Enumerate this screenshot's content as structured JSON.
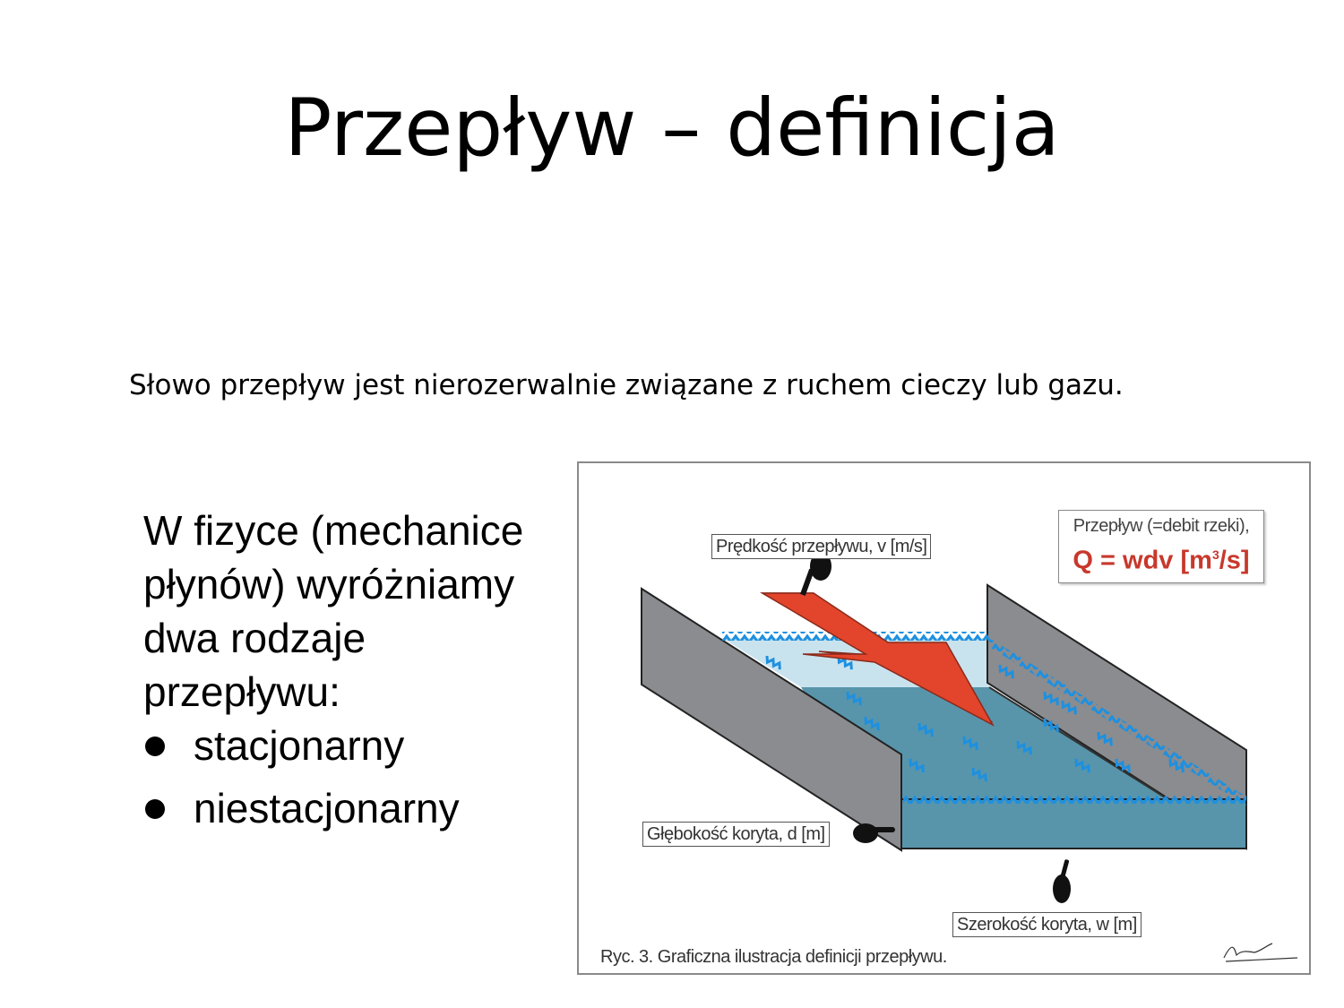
{
  "slide": {
    "title": "Przepływ – definicja",
    "intro": "Słowo przepływ jest nierozerwalnie związane z ruchem cieczy lub gazu.",
    "body": {
      "paragraph": "W fizyce (mechanice płynów) wyróżniamy dwa rodzaje przepływu:",
      "bullets": [
        "stacjonarny",
        "niestacjonarny"
      ]
    }
  },
  "figure": {
    "labels": {
      "velocity": "Prędkość przepływu, v [m/s]",
      "depth": "Głębokość koryta, d [m]",
      "width": "Szerokość koryta, w [m]"
    },
    "formula_box": {
      "line1": "Przepływ (=debit rzeki),",
      "formula": "Q = wdv [m",
      "formula_sup": "3",
      "formula_end": "/s]"
    },
    "caption": "Ryc. 3. Graficzna ilustracja definicji przepływu.",
    "colors": {
      "wall": "#8a8c8f",
      "water_surface": "#c9e3ee",
      "water_body": "#5895ab",
      "ripples": "#1e90e0",
      "arrow": "#e2452b",
      "formula": "#c8382c"
    }
  }
}
